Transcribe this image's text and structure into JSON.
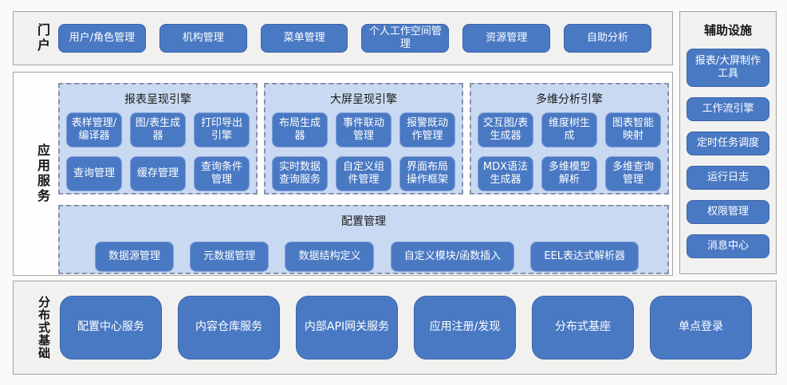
{
  "portal": {
    "label": "门户",
    "buttons": [
      "用户/角色管理",
      "机构管理",
      "菜单管理",
      "个人工作空间管理",
      "资源管理",
      "自助分析"
    ]
  },
  "app_services": {
    "label": "应用服务",
    "engines": [
      {
        "title": "报表呈现引擎",
        "buttons": [
          "表样管理/编译器",
          "图/表生成器",
          "打印导出引擎",
          "查询管理",
          "缓存管理",
          "查询条件管理"
        ]
      },
      {
        "title": "大屏呈现引擎",
        "buttons": [
          "布局生成器",
          "事件联动管理",
          "报警既动作管理",
          "实时数据查询服务",
          "自定义组件管理",
          "界面布局操作框架"
        ]
      },
      {
        "title": "多维分析引擎",
        "buttons": [
          "交互图/表生成器",
          "维度树生成",
          "图表智能映射",
          "MDX语法生成器",
          "多维模型解析",
          "多维查询管理"
        ]
      }
    ],
    "config": {
      "title": "配置管理",
      "buttons": [
        "数据源管理",
        "元数据管理",
        "数据结构定义",
        "自定义模块/函数插入",
        "EEL表达式解析器"
      ]
    }
  },
  "auxiliary": {
    "title": "辅助设施",
    "buttons": [
      "报表/大屏制作工具",
      "工作流引擎",
      "定时任务调度",
      "运行日志",
      "权限管理",
      "消息中心"
    ]
  },
  "distributed": {
    "label": "分布式基础",
    "buttons": [
      "配置中心服务",
      "内容仓库服务",
      "内部API网关服务",
      "应用注册/发现",
      "分布式基座",
      "单点登录"
    ]
  },
  "colors": {
    "node_blue": "#4a79c4",
    "group_light_blue": "#c9d9f2",
    "section_gray": "#f1f1f0",
    "border_gray": "#a3a3a3",
    "dashed_border": "#8793aa"
  }
}
